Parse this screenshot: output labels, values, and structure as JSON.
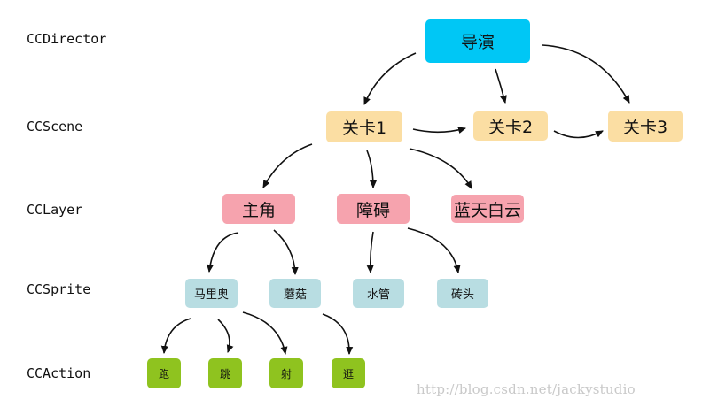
{
  "levels": {
    "director": "CCDirector",
    "scene": "CCScene",
    "layer": "CCLayer",
    "sprite": "CCSprite",
    "action": "CCAction"
  },
  "nodes": {
    "director": "导演",
    "scene1": "关卡1",
    "scene2": "关卡2",
    "scene3": "关卡3",
    "hero": "主角",
    "obstacle": "障碍",
    "sky": "蓝天白云",
    "mario": "马里奥",
    "mushroom": "蘑菇",
    "pipe": "水管",
    "brick": "砖头",
    "run": "跑",
    "jump": "跳",
    "shoot": "射",
    "stroll": "逛"
  },
  "watermark": "http://blog.csdn.net/jackystudio",
  "colors": {
    "director": "#00c7f5",
    "scene": "#fbdea3",
    "layer": "#f6a3ae",
    "sprite": "#b8dde2",
    "action": "#8fc31f",
    "arrow": "#111111"
  }
}
